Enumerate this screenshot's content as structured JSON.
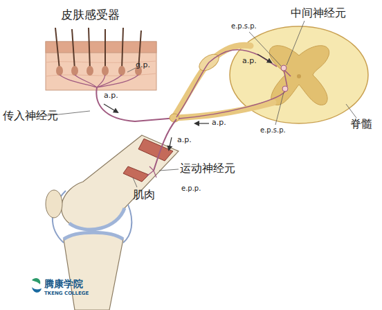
{
  "diagram": {
    "labels": [
      "皮肤感受器",
      "g.p.",
      "传入神经元",
      "a.p.",
      "e.p.s.p.",
      "中间神经元",
      "a.p.",
      "e.p.s.p.",
      "脊髓",
      "a.p.",
      "a.p.",
      "运动神经元",
      "e.p.p.",
      "肌肉",
      "腾康学院",
      "TKENG COLLEGE"
    ]
  }
}
